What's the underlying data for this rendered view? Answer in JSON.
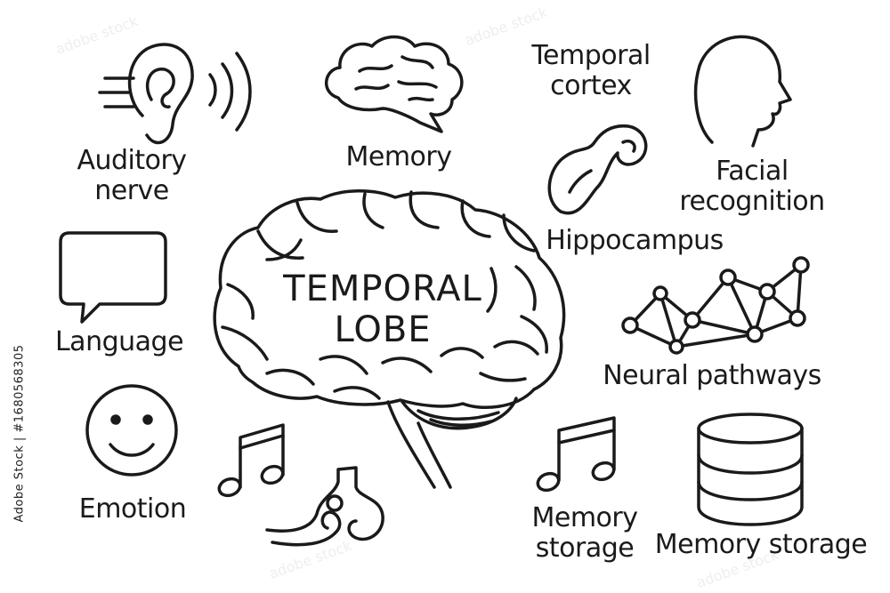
{
  "diagram": {
    "title": [
      "TEMPORAL",
      "LOBE"
    ],
    "labels": {
      "auditory": [
        "Auditory",
        "nerve"
      ],
      "memory": "Memory",
      "temporal_cortex": [
        "Temporal",
        "cortex"
      ],
      "facial": [
        "Facial",
        "recognition"
      ],
      "hippocampus": "Hippocampus",
      "language": "Language",
      "neural": "Neural pathways",
      "emotion": "Emotion",
      "memory_storage_1": [
        "Memory",
        "storage"
      ],
      "memory_storage_2": "Memory storage"
    },
    "icons": [
      "ear-icon",
      "sound-waves-icon",
      "brain-icon",
      "head-profile-icon",
      "hippocampus-icon",
      "speech-bubble-icon",
      "network-icon",
      "smiley-icon",
      "music-note-icon",
      "cochlea-icon",
      "database-icon"
    ],
    "stroke_color": "#1a1a1a"
  },
  "stock": {
    "id": "1680568305",
    "watermark": "adobe stock"
  }
}
